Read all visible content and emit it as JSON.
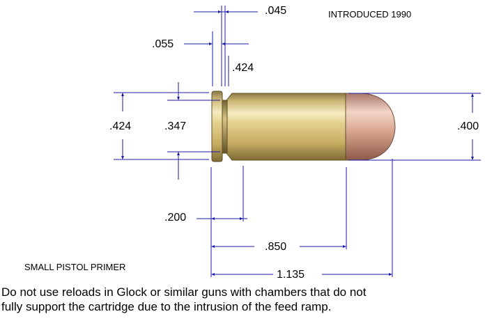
{
  "introduced": "INTRODUCED 1990",
  "primer": "SMALL PISTOL PRIMER",
  "dimensions": {
    "rim_thickness": ".045",
    "extractor_groove_width": ".055",
    "rim_diameter_top": ".424",
    "rim_diameter": ".424",
    "groove_diameter": ".347",
    "bullet_diameter": ".400",
    "groove_to_body": ".200",
    "case_length": ".850",
    "overall_length": "1.135"
  },
  "warning": {
    "line1": "Do not use reloads in Glock or similar guns with chambers that do not",
    "line2": "fully support the cartridge due to the intrusion of the feed ramp."
  },
  "colors": {
    "dimension_line": "#1a1aa8",
    "brass": "#d9c27a",
    "copper": "#d6a08a"
  }
}
